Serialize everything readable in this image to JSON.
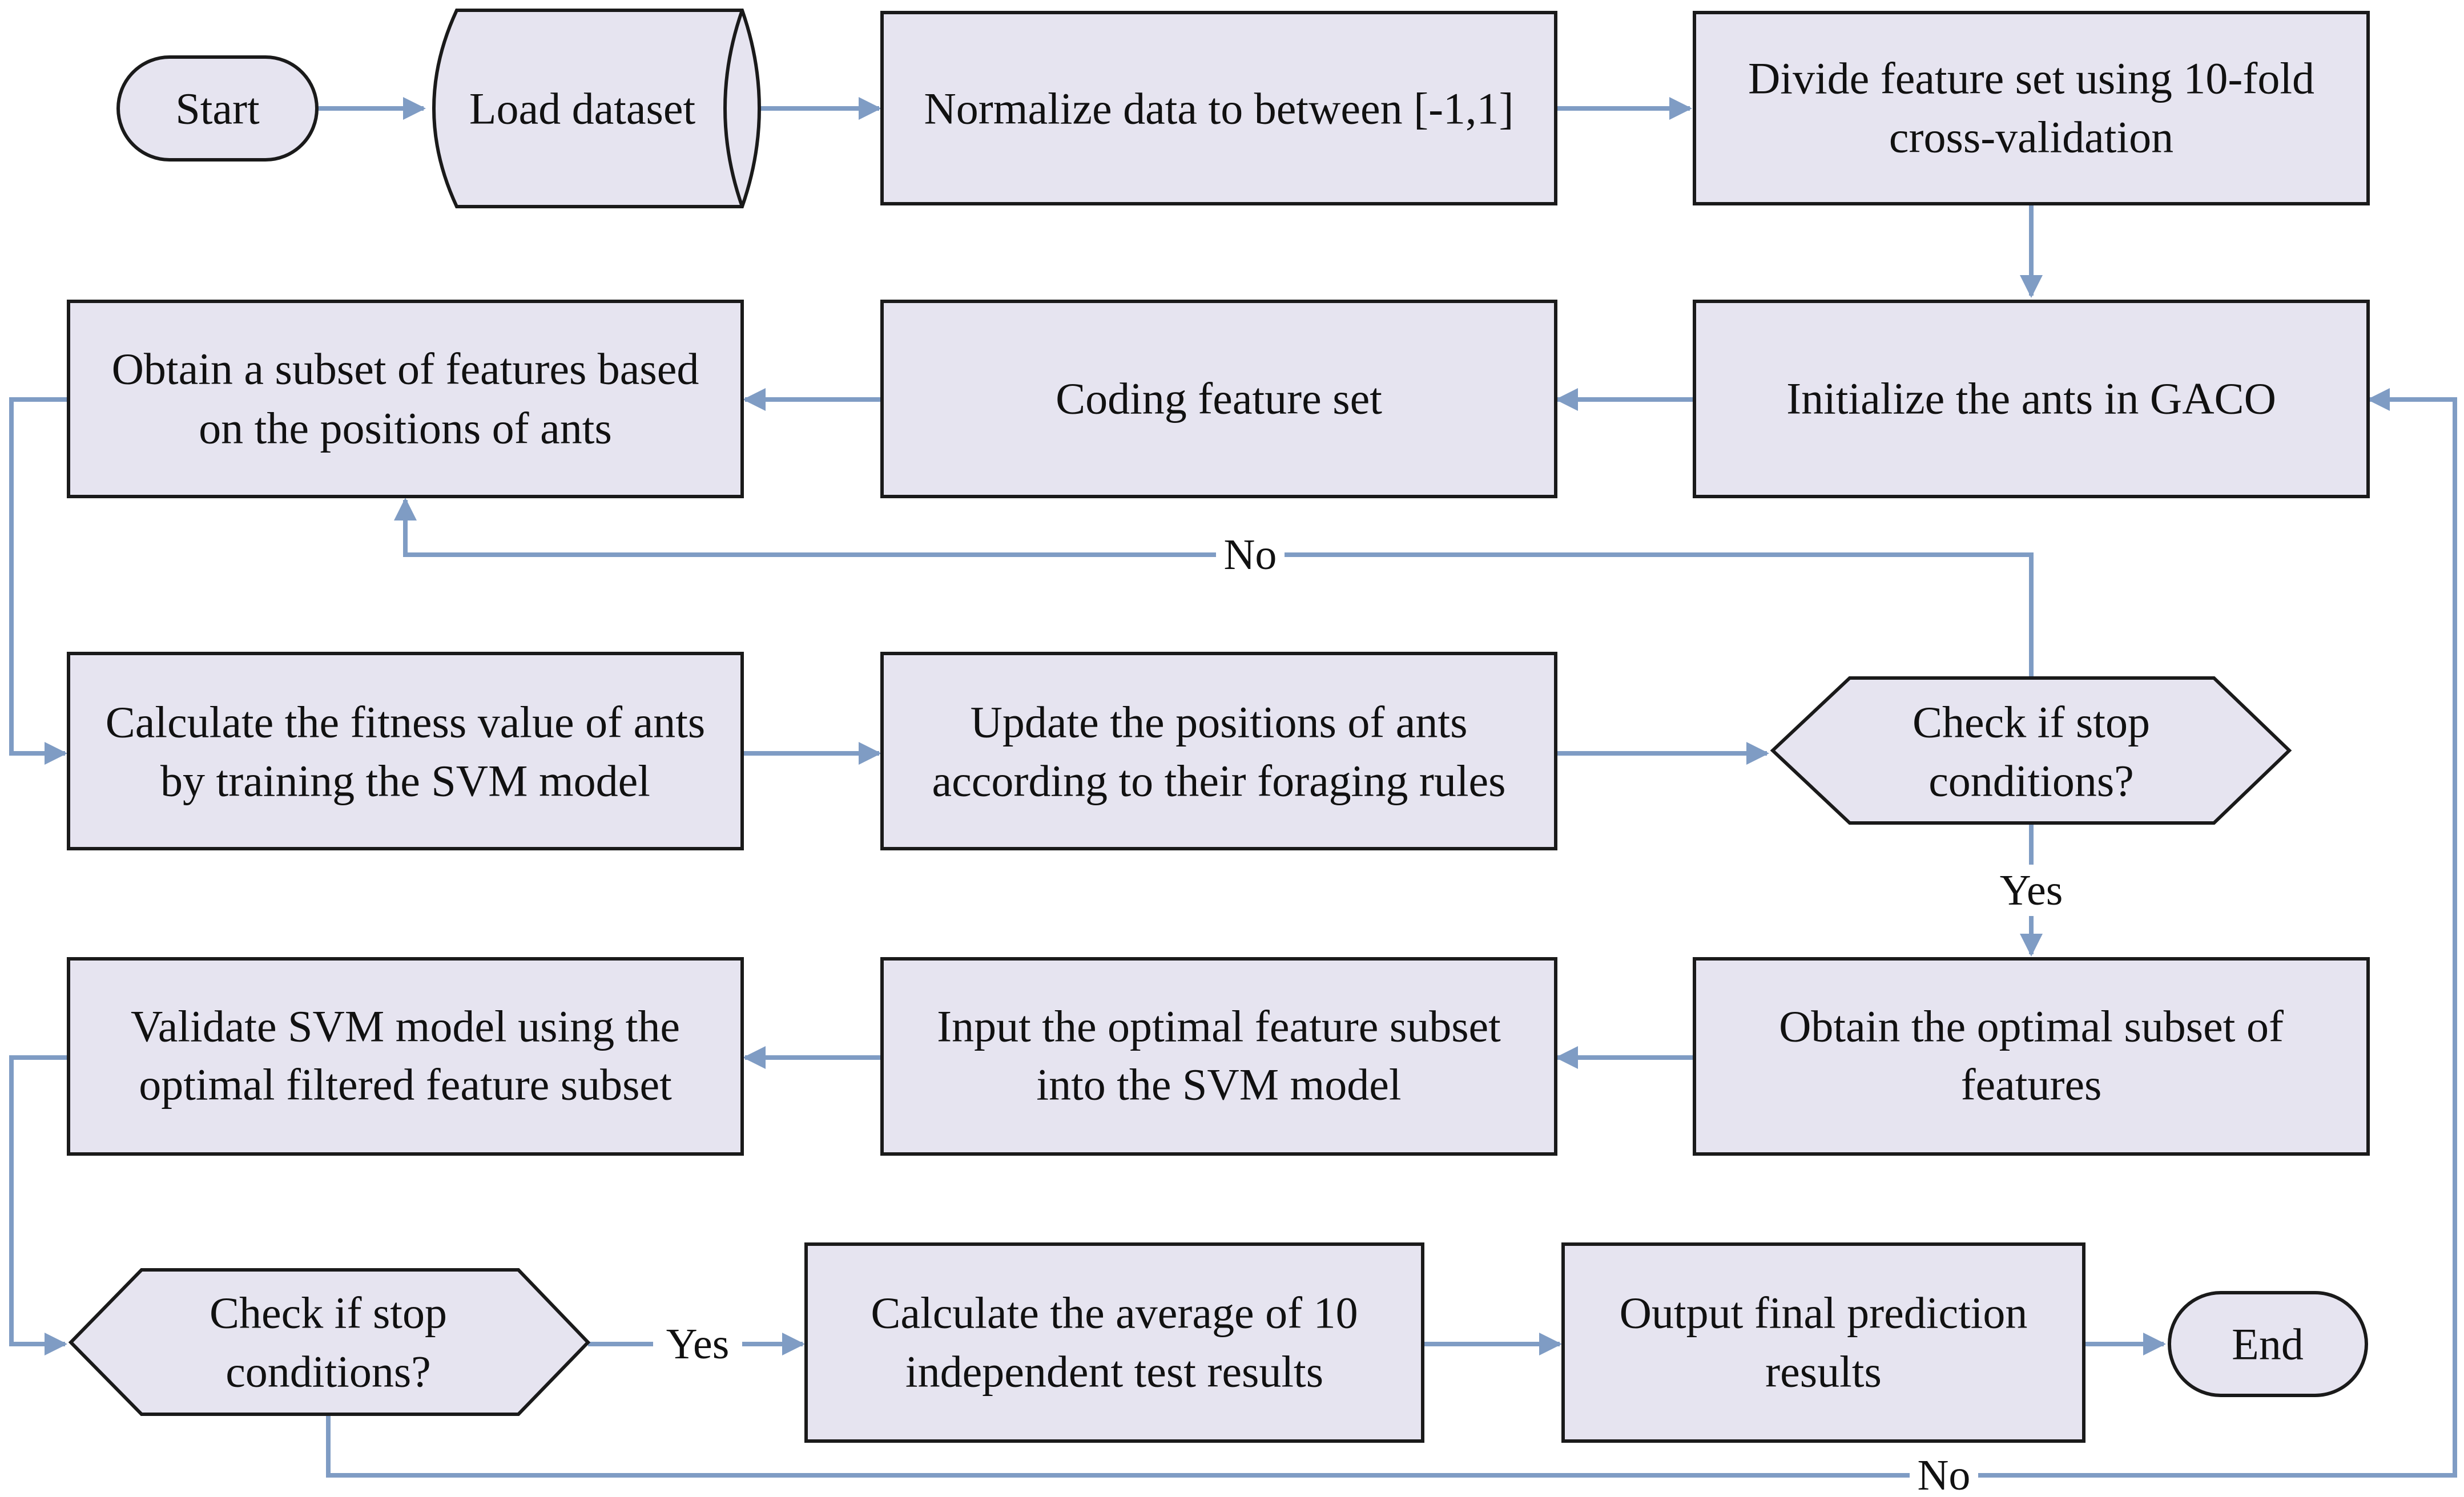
{
  "diagram": {
    "nodes": {
      "start": "Start",
      "load": "Load dataset",
      "normalize": "Normalize data to between [-1,1]",
      "divide": [
        "Divide feature set using 10-fold",
        "cross-validation"
      ],
      "init": "Initialize the ants in GACO",
      "coding": "Coding feature set",
      "subset": [
        "Obtain a subset of features based",
        "on the positions of ants"
      ],
      "fitness": [
        "Calculate the fitness value of ants",
        "by training the SVM model"
      ],
      "update": [
        "Update the positions of ants",
        "according to their foraging rules"
      ],
      "check1": [
        "Check if stop",
        "conditions?"
      ],
      "optimal": [
        "Obtain the optimal subset of",
        "features"
      ],
      "input": [
        "Input the optimal feature subset",
        "into the SVM model"
      ],
      "validate": [
        "Validate SVM model using the",
        "optimal filtered feature subset"
      ],
      "check2": [
        "Check if stop",
        "conditions?"
      ],
      "average": [
        "Calculate the average of 10",
        "independent test results"
      ],
      "output": [
        "Output final prediction",
        "results"
      ],
      "end": "End"
    },
    "edge_labels": {
      "no_1": "No",
      "yes_1": "Yes",
      "yes_2": "Yes",
      "no_2": "No"
    },
    "colors": {
      "node_fill": "#e6e4f0",
      "node_stroke": "#1a1a1a",
      "edge": "#7f9cc4"
    }
  }
}
